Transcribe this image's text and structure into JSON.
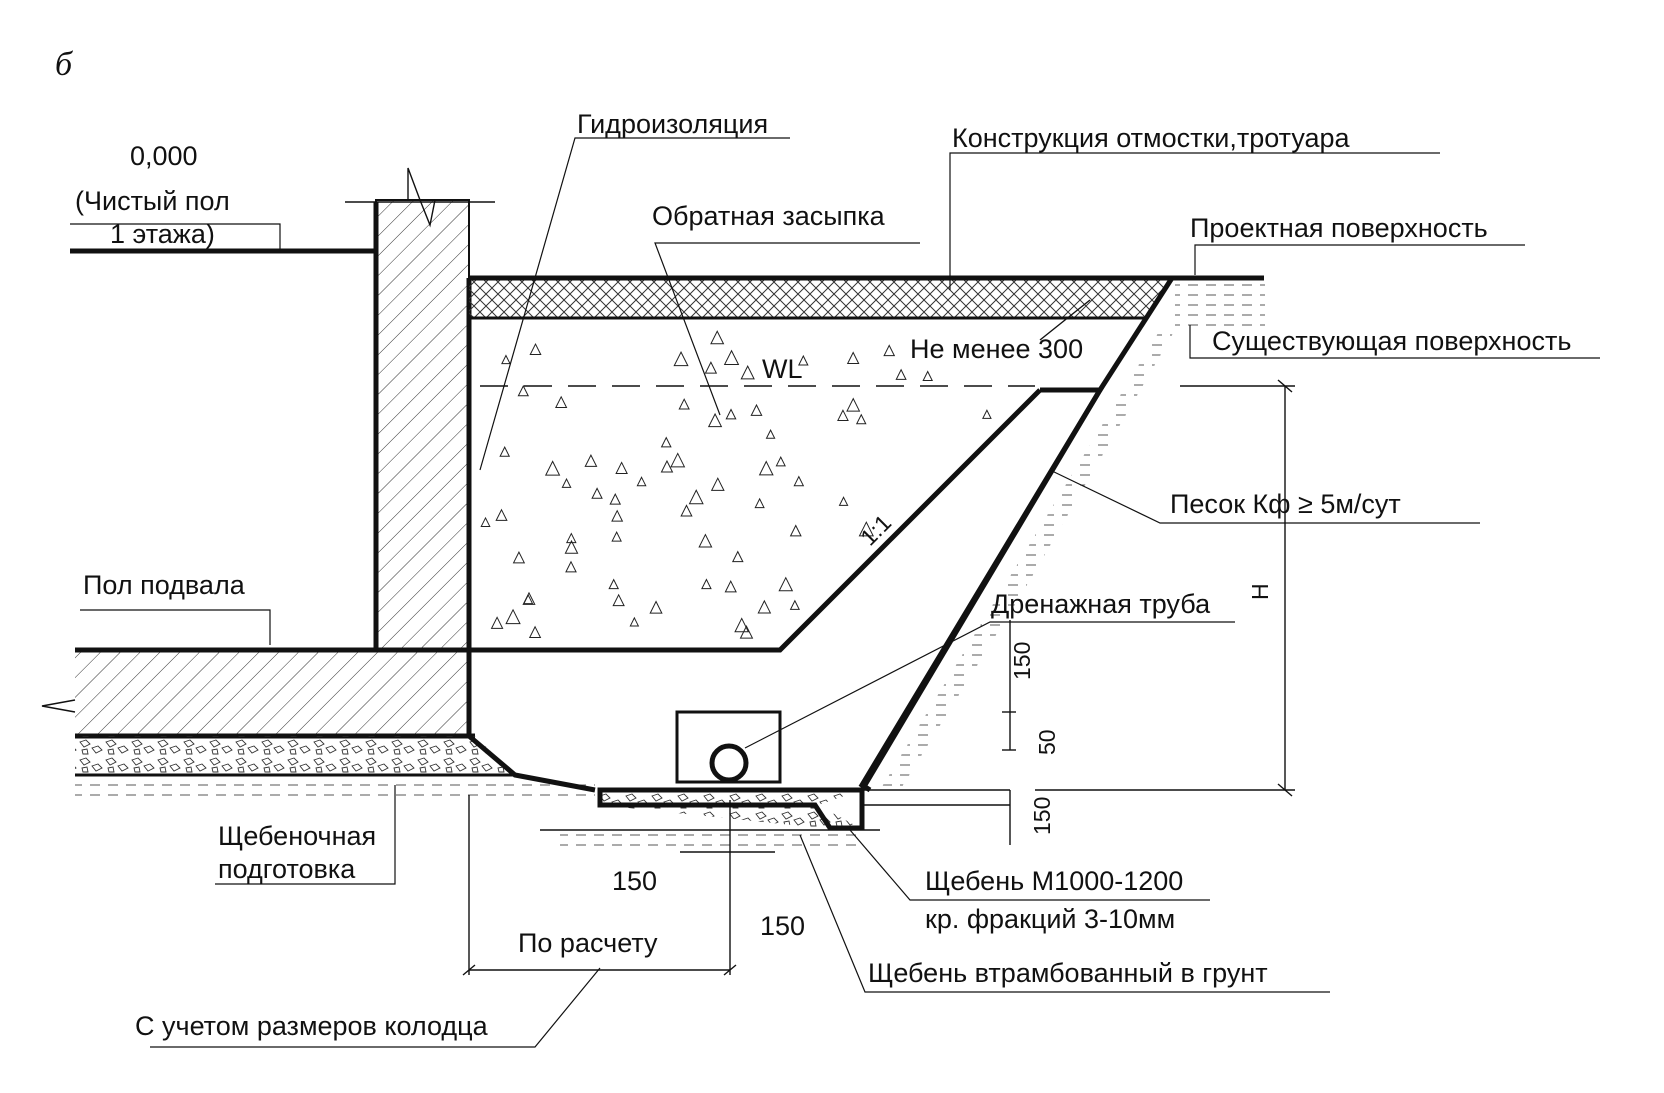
{
  "figure_letter": "б",
  "labels": {
    "zero_mark": "0,000",
    "clean_floor_1": "(Чистый пол",
    "clean_floor_2": "1 этажа)",
    "waterproofing": "Гидроизоляция",
    "blind_area": "Конструкция отмостки,тротуара",
    "backfill": "Обратная засыпка",
    "design_surface": "Проектная поверхность",
    "existing_surface": "Существующая поверхность",
    "not_less_300": "Не менее 300",
    "wl": "WL",
    "sand": "Песок Кф ≥ 5м/сут",
    "slope": "1:1",
    "basement_floor": "Пол подвала",
    "drain_pipe": "Дренажная труба",
    "h_dim": "H",
    "dim_150_vertical": "150",
    "dim_50_vertical": "50",
    "dim_150_bottom_vertical": "150",
    "crushed_prep_1": "Щебеночная",
    "crushed_prep_2": "подготовка",
    "dim_150_left": "150",
    "dim_150_right": "150",
    "crushed_m1000": "Щебень М1000-1200",
    "fraction": "кр. фракций 3-10мм",
    "by_calc": "По расчету",
    "tamped": "Щебень втрамбованный в грунт",
    "well_size": "С учетом размеров колодца"
  }
}
